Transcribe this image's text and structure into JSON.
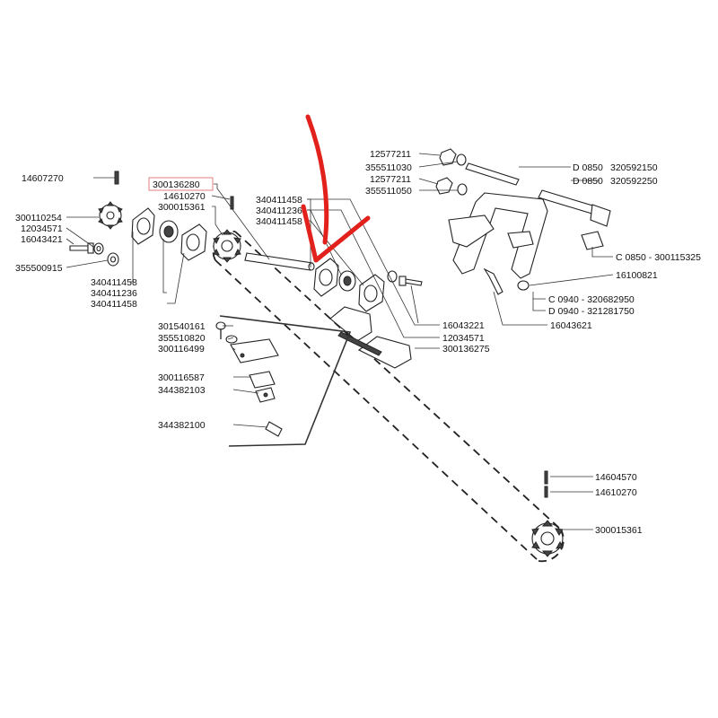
{
  "highlight": {
    "label": "300136280",
    "box_color": "#e08080"
  },
  "arrow": {
    "color": "#e3211c"
  },
  "labels": {
    "l14607270": "14607270",
    "l300136280": "300136280",
    "l14610270a": "14610270",
    "l300015361a": "300015361",
    "l300110254": "300110254",
    "l12034571a": "12034571",
    "l16043421": "16043421",
    "l355500915": "355500915",
    "l340411458a": "340411458",
    "l340411236a": "340411236",
    "l340411458b": "340411458",
    "l340411458c": "340411458",
    "l340411236b": "340411236",
    "l340411458d": "340411458",
    "l12577211a": "12577211",
    "l355511030": "355511030",
    "l12577211b": "12577211",
    "l355511050": "355511050",
    "lD0850a": "D 0850",
    "l320592150": "320592150",
    "lD0850b": "D 0850",
    "l320592250": "320592250",
    "lC0850": "C 0850 - 300115325",
    "l16100821": "16100821",
    "lC0940": "C 0940 - 320682950",
    "lD0940": "D 0940 - 321281750",
    "l16043621": "16043621",
    "l16043221": "16043221",
    "l12034571b": "12034571",
    "l300136275": "300136275",
    "l301540161": "301540161",
    "l355510820": "355510820",
    "l300116499": "300116499",
    "l300116587": "300116587",
    "l344382103": "344382103",
    "l344382100": "344382100",
    "l14604570": "14604570",
    "l14610270b": "14610270",
    "l300015361b": "300015361"
  }
}
